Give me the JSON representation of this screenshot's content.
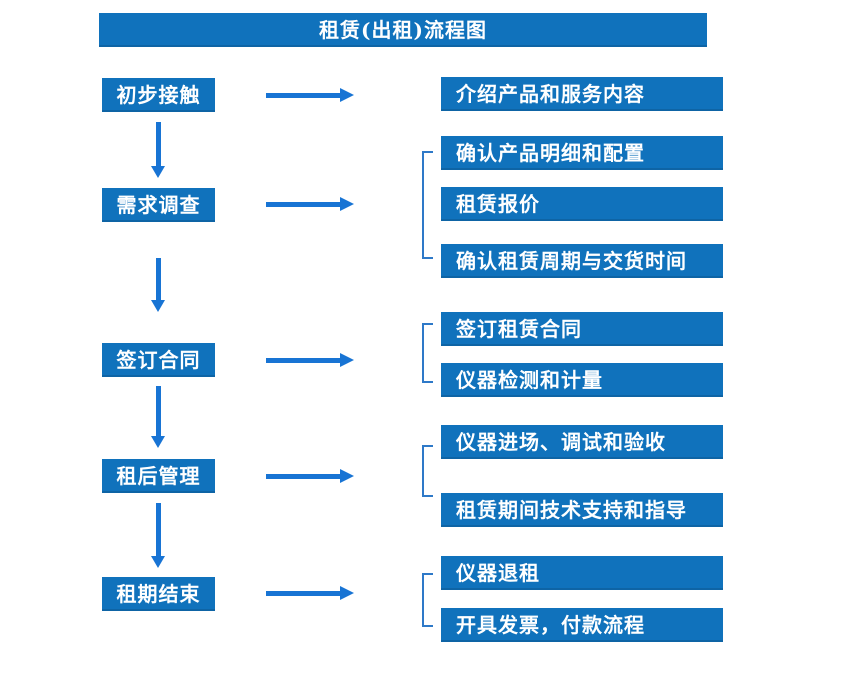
{
  "title": "租赁(出租)流程图",
  "steps": [
    "初步接触",
    "需求调查",
    "签订合同",
    "租后管理",
    "租期结束"
  ],
  "detail_groups": [
    {
      "items": [
        "介绍产品和服务内容"
      ]
    },
    {
      "items": [
        "确认产品明细和配置",
        "租赁报价",
        "确认租赁周期与交货时间"
      ]
    },
    {
      "items": [
        "签订租赁合同",
        "仪器检测和计量"
      ]
    },
    {
      "items": [
        "仪器进场、调试和验收",
        "租赁期间技术支持和指导"
      ]
    },
    {
      "items": [
        "仪器退租",
        "开具发票，付款流程"
      ]
    }
  ],
  "colors": {
    "box_blue": "#1072bc",
    "arrow_blue": "#1874d4",
    "bracket_blue": "#2e79c8",
    "text_white": "#ffffff",
    "background": "#ffffff"
  }
}
